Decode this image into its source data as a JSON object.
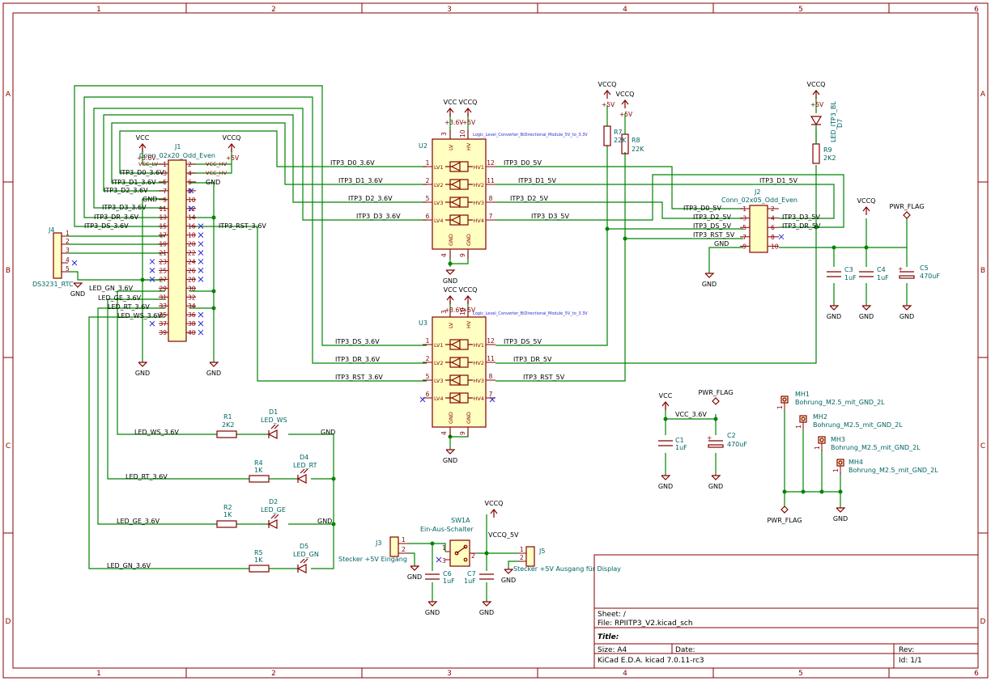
{
  "schematic": {
    "border_cols": [
      "1",
      "2",
      "3",
      "4",
      "5",
      "6"
    ],
    "border_rows": [
      "A",
      "B",
      "C",
      "D"
    ],
    "components": {
      "J1": {
        "ref": "J1",
        "value": "Conn_02x20_Odd_Even",
        "left_nums": [
          "1",
          "3",
          "5",
          "7",
          "9",
          "11",
          "13",
          "15",
          "17",
          "19",
          "21",
          "23",
          "25",
          "27",
          "29",
          "31",
          "33",
          "35",
          "37",
          "39"
        ],
        "right_nums": [
          "2",
          "4",
          "6",
          "8",
          "10",
          "12",
          "14",
          "16",
          "18",
          "20",
          "22",
          "24",
          "26",
          "28",
          "30",
          "32",
          "34",
          "36",
          "38",
          "40"
        ]
      },
      "J2": {
        "ref": "J2",
        "value": "Conn_02x05_Odd_Even",
        "left_nums": [
          "1",
          "3",
          "5",
          "7",
          "9"
        ],
        "right_nums": [
          "2",
          "4",
          "6",
          "8",
          "10"
        ]
      },
      "J3": {
        "ref": "J3",
        "value": "Stecker +5V Eingang",
        "pins": [
          "1",
          "2"
        ]
      },
      "J4": {
        "ref": "J4",
        "value": "DS3231_RTC",
        "pins": [
          "1",
          "2",
          "3",
          "4",
          "5"
        ]
      },
      "J5": {
        "ref": "J5",
        "value": "Stecker +5V Ausgang für Display",
        "pins": [
          "1",
          "2"
        ]
      },
      "U2": {
        "ref": "U2",
        "value": "Logic_Level_Converter_BiDirectional_Module_5V_to_3.3V",
        "pins": {
          "lv": "3",
          "hv": "10",
          "lv1": "1",
          "lv2": "2",
          "lv3": "5",
          "lv4": "6",
          "hv1": "12",
          "hv2": "11",
          "hv3": "8",
          "hv4": "7",
          "gnd1": "4",
          "gnd2": "9"
        }
      },
      "U3": {
        "ref": "U3",
        "value": "Logic_Level_Converter_BiDirectional_Module_5V_to_3.3V",
        "pins": {
          "lv": "3",
          "hv": "10",
          "lv1": "1",
          "lv2": "2",
          "lv3": "5",
          "lv4": "6",
          "hv1": "12",
          "hv2": "11",
          "hv3": "8",
          "hv4": "7",
          "gnd1": "4",
          "gnd2": "9"
        }
      },
      "conv_pin_names": {
        "lv": "LV",
        "hv": "HV",
        "lv1": "LV1",
        "lv2": "LV2",
        "lv3": "LV3",
        "lv4": "LV4",
        "hv1": "HV1",
        "hv2": "HV2",
        "hv3": "HV3",
        "hv4": "HV4",
        "gnd": "GND"
      },
      "R7": {
        "ref": "R7",
        "value": "22K"
      },
      "R8": {
        "ref": "R8",
        "value": "22K"
      },
      "R9": {
        "ref": "R9",
        "value": "2K2"
      },
      "D7": {
        "ref": "D7",
        "value": "LED_ITP3_BL"
      },
      "R1": {
        "ref": "R1",
        "value": "2K2"
      },
      "R4": {
        "ref": "R4",
        "value": "1K"
      },
      "R2": {
        "ref": "R2",
        "value": "1K"
      },
      "R5": {
        "ref": "R5",
        "value": "1K"
      },
      "D1": {
        "ref": "D1",
        "value": "LED_WS"
      },
      "D4": {
        "ref": "D4",
        "value": "LED_RT"
      },
      "D2": {
        "ref": "D2",
        "value": "LED_GE"
      },
      "D5": {
        "ref": "D5",
        "value": "LED_GN"
      },
      "C1": {
        "ref": "C1",
        "value": "1uF"
      },
      "C2": {
        "ref": "C2",
        "value": "470uF"
      },
      "C3": {
        "ref": "C3",
        "value": "1uF"
      },
      "C4": {
        "ref": "C4",
        "value": "1uF"
      },
      "C5": {
        "ref": "C5",
        "value": "470uF"
      },
      "C6": {
        "ref": "C6",
        "value": "1uF"
      },
      "C7": {
        "ref": "C7",
        "value": "1uF"
      },
      "SW1A": {
        "ref": "SW1A",
        "value": "Ein-Aus-Schalter",
        "pins": [
          "1",
          "2",
          "3"
        ]
      },
      "MH1": {
        "ref": "MH1",
        "value": "Bohrung_M2.5_mit_GND_2L"
      },
      "MH2": {
        "ref": "MH2",
        "value": "Bohrung_M2.5_mit_GND_2L"
      },
      "MH3": {
        "ref": "MH3",
        "value": "Bohrung_M2.5_mit_GND_2L"
      },
      "MH4": {
        "ref": "MH4",
        "value": "Bohrung_M2.5_mit_GND_2L"
      },
      "mh_pin": "1"
    },
    "power": {
      "vcc": "VCC",
      "vccq": "VCCQ",
      "gnd": "GND",
      "pwr_flag": "PWR_FLAG",
      "plus33": "+3.6V",
      "plus5": "+5V"
    },
    "nets": {
      "itp3_d0_36": "ITP3_D0_3.6V",
      "itp3_d1_36": "ITP3_D1_3.6V",
      "itp3_d2_36": "ITP3_D2_3.6V",
      "itp3_d3_36": "ITP3_D3_3.6V",
      "itp3_d0_5": "ITP3_D0_5V",
      "itp3_d1_5": "ITP3_D1_5V",
      "itp3_d2_5": "ITP3_D2_5V",
      "itp3_d3_5": "ITP3_D3_5V",
      "itp3_ds_36": "ITP3_DS_3.6V",
      "itp3_dr_36": "ITP3_DR_3.6V",
      "itp3_rst_36": "ITP3_RST_3.6V",
      "itp3_ds_5": "ITP3_DS_5V",
      "itp3_dr_5": "ITP3_DR_5V",
      "itp3_rst_5": "ITP3_RST_5V",
      "led_ws": "LED_WS_3.6V",
      "led_rt": "LED_RT_3.6V",
      "led_ge": "LED_GE_3.6V",
      "led_gn": "LED_GN_3.6V",
      "vcc_hv": "VCC_HV",
      "vcc_lv": "VCC_LV",
      "vcc_36": "VCC_3.6V",
      "vccq_5": "VCCQ_5V",
      "j1_p2": "VCC_HV",
      "j1_p4": "VCC_HV",
      "j1_p6": "GND",
      "j1_p9": "GND",
      "j1_p3": "ITP3_D0_3.6V",
      "j1_p5": "ITP3_D1_3.6V",
      "j1_p7": "ITP3_D2_3.6V",
      "j1_p11": "ITP3_D3_3.6V",
      "j1_p13": "ITP3_DR_3.6V",
      "j1_p15": "ITP3_DS_3.6V",
      "j1_p16": "ITP3_RST_3.6V",
      "j2_p1": "ITP3_D0_5V",
      "j2_p3": "ITP3_D2_5V",
      "j2_p5": "ITP3_DS_5V",
      "j2_p7": "ITP3_RST_5V",
      "j2_p9": "GND",
      "j2_p2": "ITP3_D1_5V",
      "j2_p4": "ITP3_D3_5V",
      "j2_p6": "ITP3_DR_5V"
    },
    "title_block": {
      "sheet_label": "Sheet: /",
      "file_label": "File: RPIITP3_V2.kicad_sch",
      "title_label": "Title:",
      "size_label": "Size: A4",
      "date_label": "Date:",
      "rev_label": "Rev:",
      "app_label": "KiCad E.D.A.  kicad 7.0.11-rc3",
      "id_label": "Id: 1/1"
    }
  }
}
